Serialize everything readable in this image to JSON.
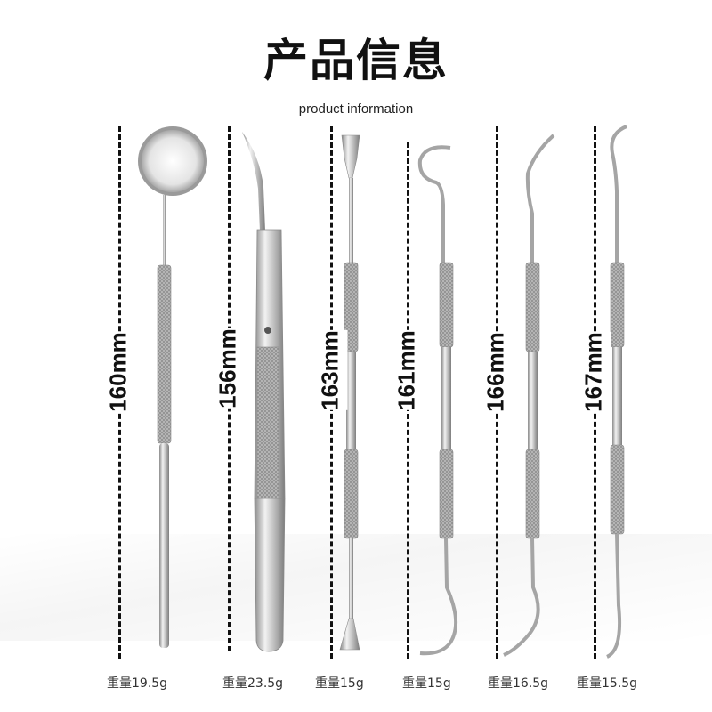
{
  "header": {
    "title": "产品信息",
    "subtitle": "product information"
  },
  "tools": [
    {
      "length": "160mm",
      "weight": "重量19.5g",
      "icon": "dental-mirror-icon"
    },
    {
      "length": "156mm",
      "weight": "重量23.5g",
      "icon": "tweezers-icon"
    },
    {
      "length": "163mm",
      "weight": "重量15g",
      "icon": "spatula-icon"
    },
    {
      "length": "161mm",
      "weight": "重量15g",
      "icon": "hook-probe-icon"
    },
    {
      "length": "166mm",
      "weight": "重量16.5g",
      "icon": "sickle-scaler-icon"
    },
    {
      "length": "167mm",
      "weight": "重量15.5g",
      "icon": "explorer-probe-icon"
    }
  ],
  "colors": {
    "steel_light": "#e8e8e8",
    "steel_mid": "#b9b9b9",
    "steel_dark": "#7a7a7a",
    "text": "#111111"
  }
}
